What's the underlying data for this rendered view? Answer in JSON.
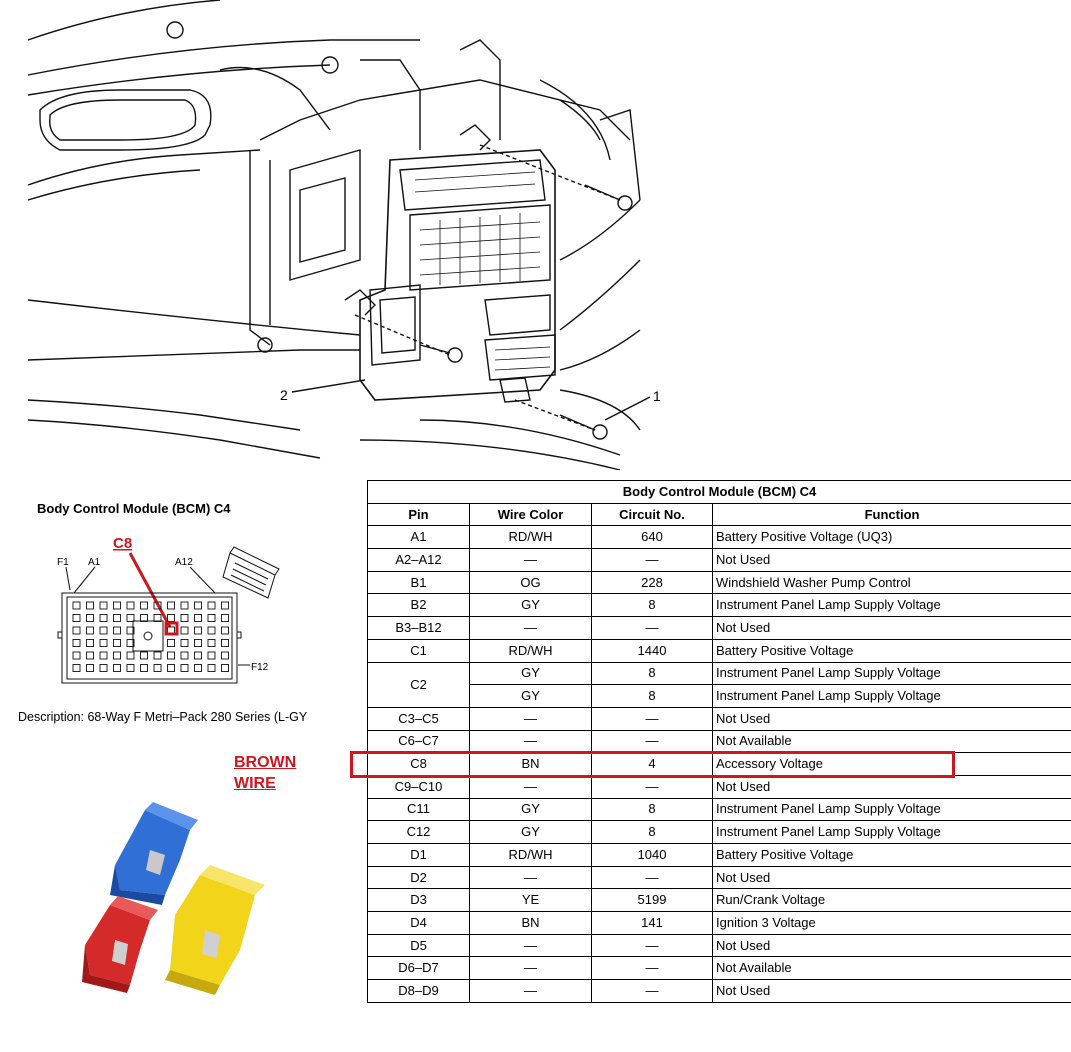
{
  "illustration": {
    "callout_1": "1",
    "callout_2": "2"
  },
  "connector": {
    "title": "Body Control Module (BCM) C4",
    "c8_label": "C8",
    "pin_f1": "F1",
    "pin_a1": "A1",
    "pin_a12": "A12",
    "pin_f12": "F12",
    "description": "Description: 68-Way F Metri–Pack 280 Series (L-GY"
  },
  "annotation": {
    "line1": "BROWN",
    "line2": "WIRE",
    "color": "#d0161d"
  },
  "table": {
    "title": "Body Control Module (BCM) C4",
    "headers": [
      "Pin",
      "Wire Color",
      "Circuit No.",
      "Function"
    ],
    "rows": [
      {
        "pin": "A1",
        "wire": "RD/WH",
        "circuit": "640",
        "function": "Battery Positive Voltage (UQ3)"
      },
      {
        "pin": "A2–A12",
        "wire": "—",
        "circuit": "—",
        "function": "Not Used"
      },
      {
        "pin": "B1",
        "wire": "OG",
        "circuit": "228",
        "function": "Windshield Washer Pump Control"
      },
      {
        "pin": "B2",
        "wire": "GY",
        "circuit": "8",
        "function": "Instrument Panel Lamp Supply Voltage"
      },
      {
        "pin": "B3–B12",
        "wire": "—",
        "circuit": "—",
        "function": "Not Used"
      },
      {
        "pin": "C1",
        "wire": "RD/WH",
        "circuit": "1440",
        "function": "Battery Positive Voltage"
      },
      {
        "pin": "C2",
        "wire": "GY",
        "circuit": "8",
        "function": "Instrument Panel Lamp Supply Voltage"
      },
      {
        "pin": "",
        "wire": "GY",
        "circuit": "8",
        "function": "Instrument Panel Lamp Supply Voltage"
      },
      {
        "pin": "C3–C5",
        "wire": "—",
        "circuit": "—",
        "function": "Not Used"
      },
      {
        "pin": "C6–C7",
        "wire": "—",
        "circuit": "—",
        "function": "Not Available"
      },
      {
        "pin": "C8",
        "wire": "BN",
        "circuit": "4",
        "function": "Accessory Voltage"
      },
      {
        "pin": "C9–C10",
        "wire": "—",
        "circuit": "—",
        "function": "Not Used"
      },
      {
        "pin": "C11",
        "wire": "GY",
        "circuit": "8",
        "function": "Instrument Panel Lamp Supply Voltage"
      },
      {
        "pin": "C12",
        "wire": "GY",
        "circuit": "8",
        "function": "Instrument Panel Lamp Supply Voltage"
      },
      {
        "pin": "D1",
        "wire": "RD/WH",
        "circuit": "1040",
        "function": "Battery Positive Voltage"
      },
      {
        "pin": "D2",
        "wire": "—",
        "circuit": "—",
        "function": "Not Used"
      },
      {
        "pin": "D3",
        "wire": "YE",
        "circuit": "5199",
        "function": "Run/Crank Voltage"
      },
      {
        "pin": "D4",
        "wire": "BN",
        "circuit": "141",
        "function": "Ignition 3 Voltage"
      },
      {
        "pin": "D5",
        "wire": "—",
        "circuit": "—",
        "function": "Not Used"
      },
      {
        "pin": "D6–D7",
        "wire": "—",
        "circuit": "—",
        "function": "Not Available"
      },
      {
        "pin": "D8–D9",
        "wire": "—",
        "circuit": "—",
        "function": "Not Used"
      }
    ],
    "highlight_color": "#d0161d"
  },
  "taps": [
    {
      "name": "blue-tap",
      "color": "#2f6fd6"
    },
    {
      "name": "red-tap",
      "color": "#d42a2a"
    },
    {
      "name": "yellow-tap",
      "color": "#f2d41a"
    }
  ]
}
